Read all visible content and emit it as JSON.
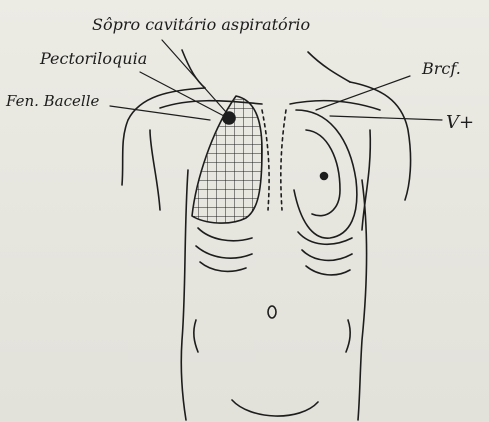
{
  "labels": {
    "sopro": "Sôpro cavitário aspiratório",
    "pectoriloquia": "Pectoriloquia",
    "fen_bacelle": "Fen. Bacelle",
    "brcf": "Brcf.",
    "v_plus": "V+"
  },
  "colors": {
    "ink": "#1d1d1d",
    "paper": "#e9e7e0"
  }
}
